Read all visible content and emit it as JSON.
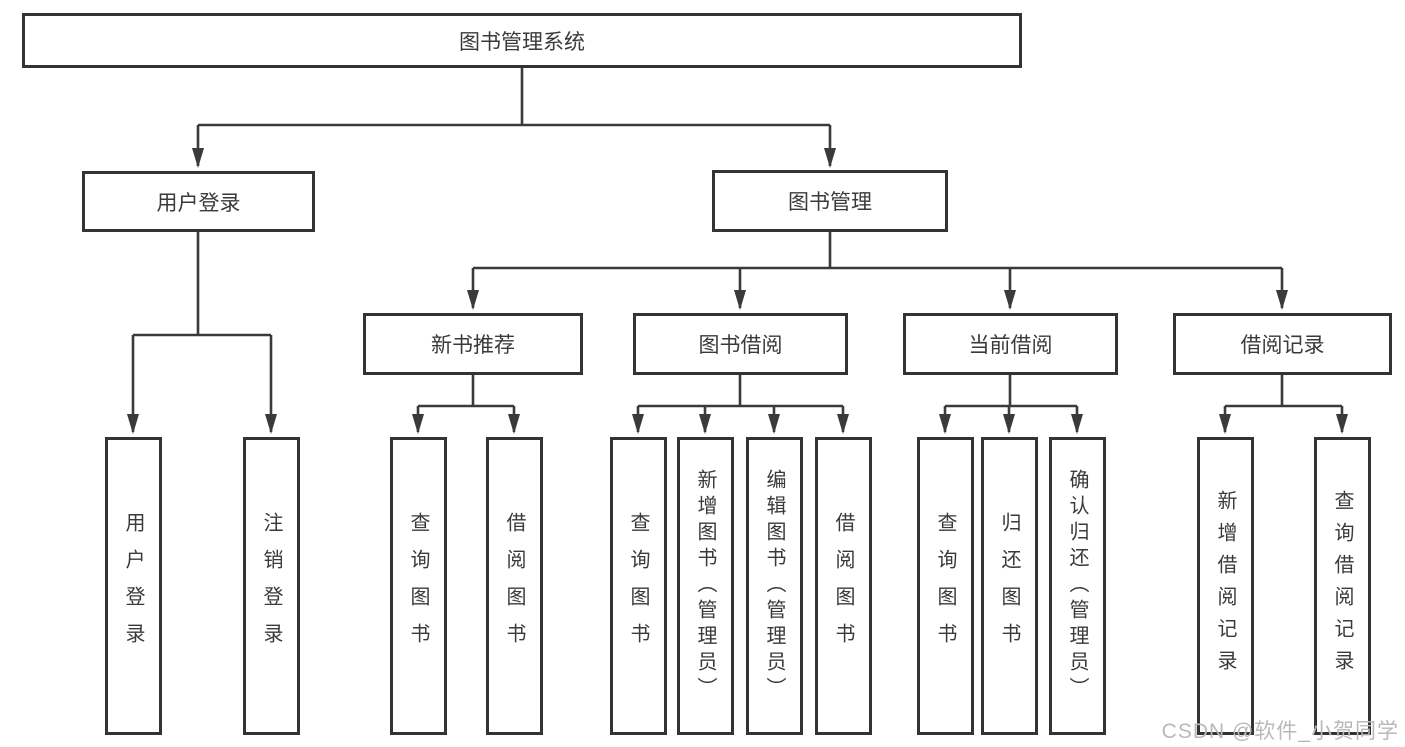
{
  "diagram": {
    "title": "图书管理系统",
    "level2": {
      "user_login": "用户登录",
      "book_mgmt": "图书管理"
    },
    "level3": {
      "new_book_rec": "新书推荐",
      "book_borrow": "图书借阅",
      "current_borrow": "当前借阅",
      "borrow_records": "借阅记录"
    },
    "leaves": {
      "user_login": "用户登录",
      "logout": "注销登录",
      "nb_query": "查询图书",
      "nb_borrow": "借阅图书",
      "bb_query": "查询图书",
      "bb_add": "新增图书（管理员）",
      "bb_edit": "编辑图书（管理员）",
      "bb_borrow": "借阅图书",
      "cb_query": "查询图书",
      "cb_return": "归还图书",
      "cb_confirm": "确认归还（管理员）",
      "br_add": "新增借阅记录",
      "br_query": "查询借阅记录"
    }
  },
  "watermark": "CSDN @软件_小贺同学",
  "colors": {
    "line": "#3a3a3a",
    "box_border": "#333333",
    "text": "#3a3a3a",
    "watermark": "#b9b9b9",
    "background": "#ffffff"
  }
}
